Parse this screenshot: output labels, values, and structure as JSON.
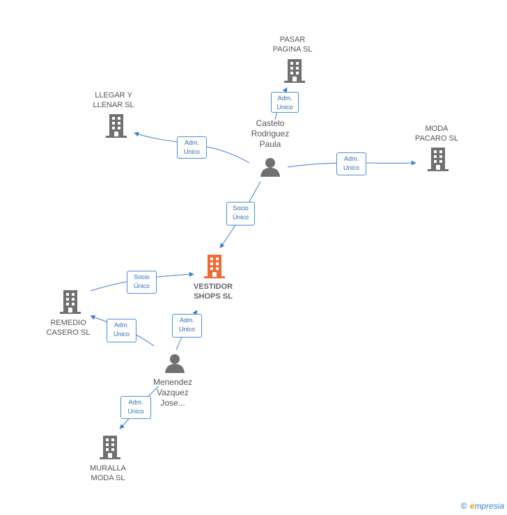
{
  "nodes": {
    "pasar": {
      "label": "PASAR\nPAGINA SL",
      "kind": "company"
    },
    "llegar": {
      "label": "LLEGAR Y\nLLENAR SL",
      "kind": "company"
    },
    "moda_pacaro": {
      "label": "MODA\nPACARO  SL",
      "kind": "company"
    },
    "castelo": {
      "label": "Castelo\nRodriguez\nPaula",
      "kind": "person"
    },
    "vestidor": {
      "label": "VESTIDOR\nSHOPS SL",
      "kind": "company-main"
    },
    "remedio": {
      "label": "REMEDIO\nCASERO  SL",
      "kind": "company"
    },
    "menendez": {
      "label": "Menendez\nVazquez\nJose...",
      "kind": "person"
    },
    "muralla": {
      "label": "MURALLA\nMODA  SL",
      "kind": "company"
    }
  },
  "edges": {
    "castelo_pasar": "Adm.\nUnico",
    "castelo_llegar": "Adm.\nUnico",
    "castelo_moda": "Adm.\nUnico",
    "castelo_vestidor": "Socio\nÚnico",
    "remedio_vestidor": "Socio\nÚnico",
    "menendez_remedio": "Adm.\nUnico",
    "menendez_vestidor": "Adm.\nUnico",
    "menendez_muralla": "Adm.\nUnico"
  },
  "colors": {
    "company": "#707070",
    "main": "#f06a35",
    "edge": "#3b7fd1"
  },
  "footer": {
    "copyright": "©",
    "brand_first": "e",
    "brand_rest": "mpresia"
  }
}
